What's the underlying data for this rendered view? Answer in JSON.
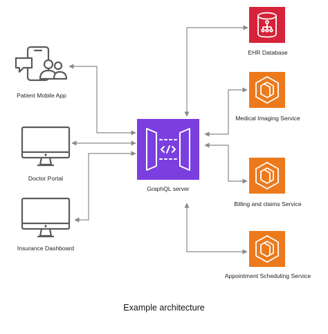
{
  "nodes": {
    "patient_app": {
      "label": "Patient Mobile App"
    },
    "doctor_portal": {
      "label": "Doctor Portal"
    },
    "insurance_dashboard": {
      "label": "Insurance Dashboard"
    },
    "graphql_server": {
      "label": "GraphQL server"
    },
    "ehr_database": {
      "label": "EHR Database"
    },
    "medical_imaging": {
      "label": "Medical Imaging Service"
    },
    "billing_claims": {
      "label": "Billing and claims Service"
    },
    "appointment_scheduling": {
      "label": "Appointment Scheduling Service"
    }
  },
  "caption": "Example architecture",
  "colors": {
    "connector": "#8a8a8a",
    "graphql": "#7b3fe0",
    "database": "#d6233a",
    "service": "#ec7a1d",
    "client_icon": "#5a5a5a"
  },
  "icons": {
    "patient_app": "mobile-chat-users-icon",
    "doctor_portal": "monitor-icon",
    "insurance_dashboard": "monitor-icon",
    "graphql_server": "api-gateway-icon",
    "ehr_database": "database-icon",
    "services": "compute-container-icon"
  }
}
